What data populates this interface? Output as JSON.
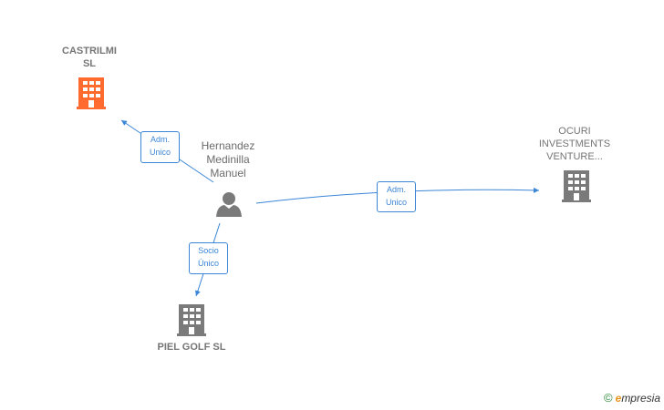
{
  "nodes": {
    "castrilmi": {
      "line1": "CASTRILMI",
      "line2": "SL",
      "color": "#ff6a2e"
    },
    "person": {
      "line1": "Hernandez",
      "line2": "Medinilla",
      "line3": "Manuel"
    },
    "ocuri": {
      "line1": "OCURI",
      "line2": "INVESTMENTS",
      "line3": "VENTURE..."
    },
    "piel_golf": {
      "line1": "PIEL GOLF SL"
    }
  },
  "edges": {
    "to_castrilmi": {
      "line1": "Adm.",
      "line2": "Unico"
    },
    "to_ocuri": {
      "line1": "Adm.",
      "line2": "Unico"
    },
    "to_piel_golf": {
      "line1": "Socio",
      "line2": "Único"
    }
  },
  "colors": {
    "edge": "#3b86d6",
    "company_icon": "#7a7a7a",
    "highlight_icon": "#ff6a2e"
  },
  "footer": {
    "copyright": "©",
    "brand_e": "e",
    "brand_rest": "mpresia"
  }
}
